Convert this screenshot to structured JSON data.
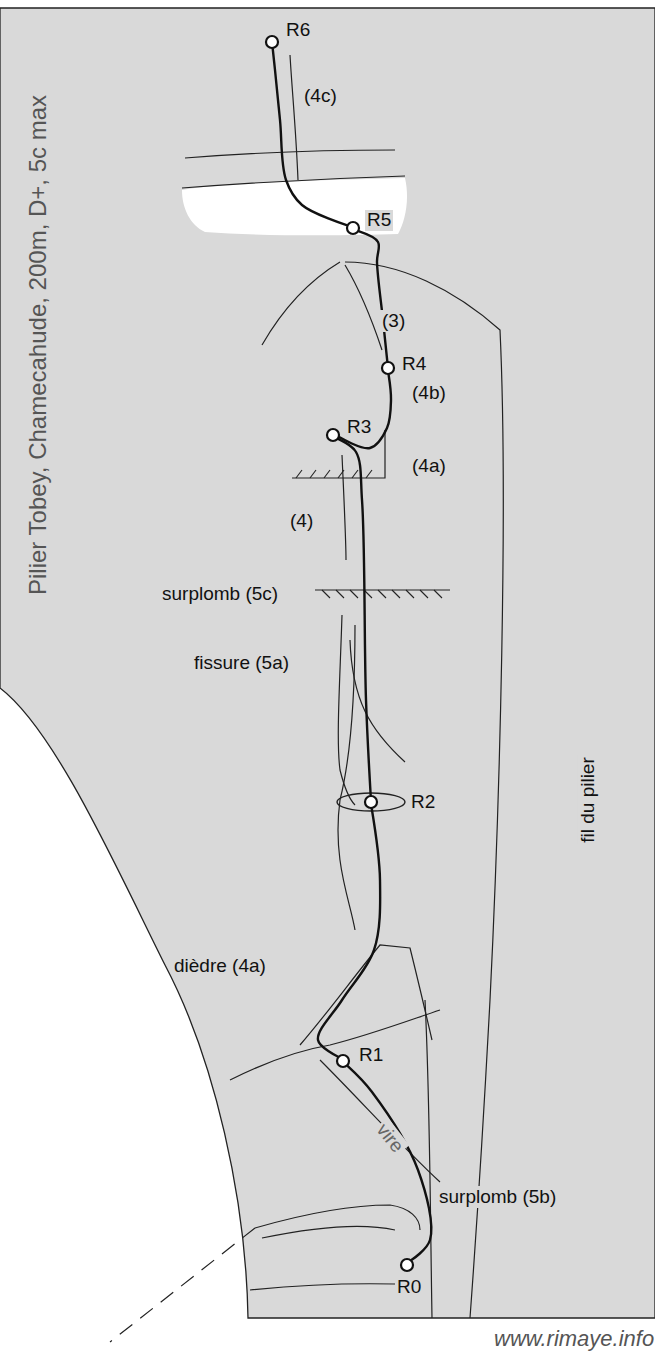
{
  "diagram": {
    "title": "Pilier Tobey, Chamecahude, 200m, D+, 5c max",
    "nodes": [
      {
        "text": [
          "R6"
        ]
      },
      {
        "text": [
          "R5"
        ]
      },
      {
        "text": [
          "R4"
        ]
      },
      {
        "text": [
          "R3"
        ]
      },
      {
        "text": [
          "R2"
        ]
      },
      {
        "text": [
          "R1"
        ]
      },
      {
        "text": [
          "R0"
        ]
      }
    ],
    "edges": [
      {
        "from": 6,
        "to": 5,
        "arrow": "none"
      },
      {
        "from": 5,
        "to": 4,
        "arrow": "none"
      },
      {
        "from": 4,
        "to": 3,
        "arrow": "none"
      },
      {
        "from": 3,
        "to": 2,
        "arrow": "none"
      },
      {
        "from": 2,
        "to": 1,
        "arrow": "none"
      },
      {
        "from": 1,
        "to": 0,
        "arrow": "none"
      }
    ],
    "labels": [
      "(4c)",
      "(3)",
      "(4b)",
      "(4a)",
      "(4)",
      "surplomb (5c)",
      "fissure (5a)",
      "dièdre (4a)",
      "vire",
      "surplomb (5b)",
      "fil du pilier",
      "www.rimaye.info"
    ]
  }
}
